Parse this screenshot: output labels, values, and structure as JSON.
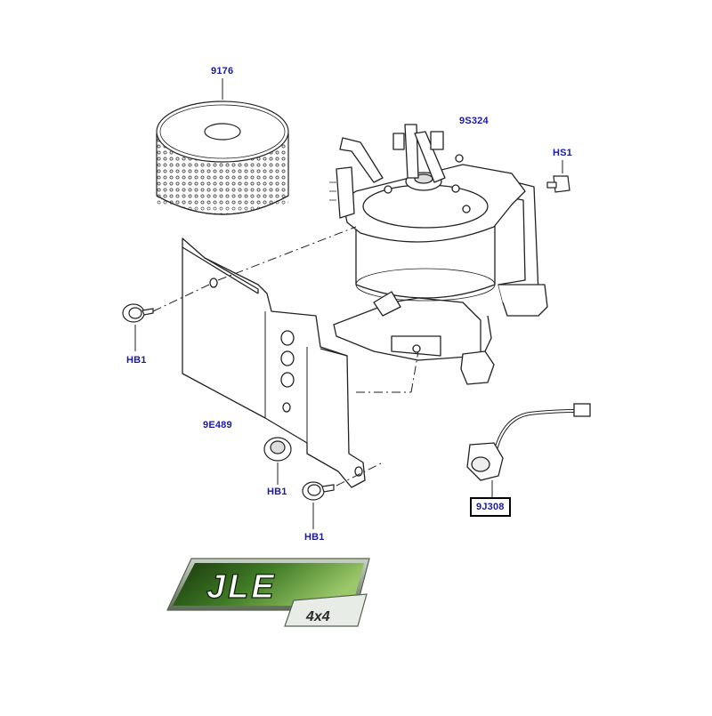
{
  "diagram": {
    "callouts": {
      "filter": "9176",
      "housing": "9S324",
      "screw_hs1": "HS1",
      "bolt_left": "HB1",
      "shield": "9E489",
      "nut_bottom": "HB1",
      "bolt_bottom": "HB1",
      "harness": "9J308"
    },
    "accent_color": "#1a1aa6",
    "logo": {
      "main": "JLE",
      "sub": "4x4",
      "colors": {
        "green_dark": "#1f4d12",
        "green_light": "#8fbf5a",
        "frame": "#6f7f6a"
      }
    }
  }
}
